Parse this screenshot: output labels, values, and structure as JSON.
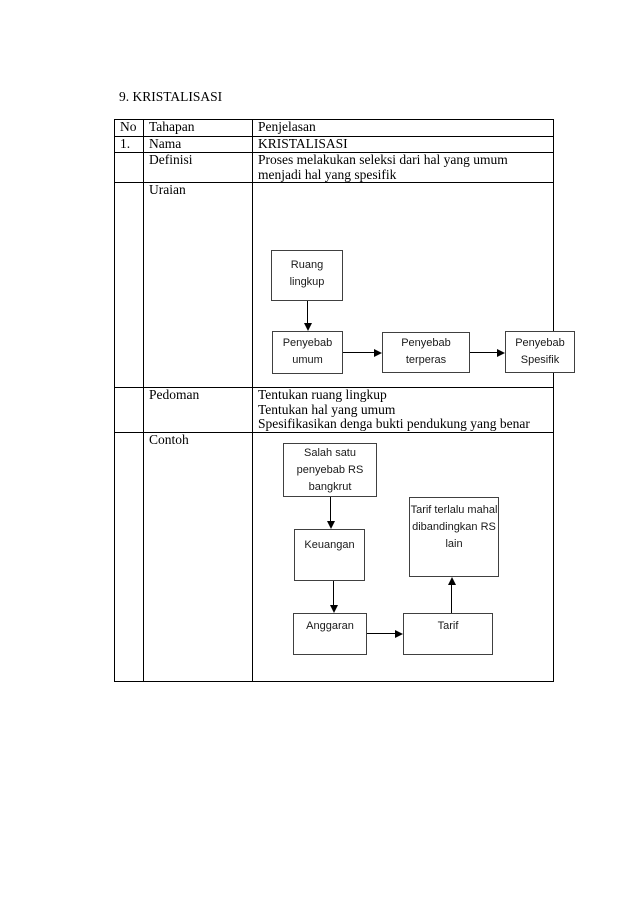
{
  "page": {
    "title": "9. KRISTALISASI"
  },
  "table": {
    "columns": [
      "No",
      "Tahapan",
      "Penjelasan"
    ],
    "rows": [
      {
        "no": "1.",
        "tahapan": "Nama",
        "penjelasan": "KRISTALISASI"
      },
      {
        "no": "",
        "tahapan": "Definisi",
        "penjelasan": "Proses melakukan seleksi dari hal yang umum menjadi hal yang spesifik"
      },
      {
        "no": "",
        "tahapan": "Uraian",
        "penjelasan": ""
      },
      {
        "no": "",
        "tahapan": "Pedoman",
        "lines": [
          "Tentukan ruang lingkup",
          "Tentukan hal yang umum",
          "Spesifikasikan denga bukti pendukung yang benar"
        ]
      },
      {
        "no": "",
        "tahapan": "Contoh",
        "penjelasan": ""
      }
    ]
  },
  "uraian_flowchart": {
    "nodes": [
      {
        "id": "ruang-lingkup",
        "label": "Ruang lingkup"
      },
      {
        "id": "penyebab-umum",
        "label": "Penyebab umum"
      },
      {
        "id": "penyebab-terperas",
        "label": "Penyebab terperas"
      },
      {
        "id": "penyebab-spesifik",
        "label": "Penyebab Spesifik"
      }
    ],
    "edges": [
      {
        "from": "ruang-lingkup",
        "to": "penyebab-umum",
        "direction": "down"
      },
      {
        "from": "penyebab-umum",
        "to": "penyebab-terperas",
        "direction": "right"
      },
      {
        "from": "penyebab-terperas",
        "to": "penyebab-spesifik",
        "direction": "right"
      }
    ]
  },
  "contoh_flowchart": {
    "nodes": [
      {
        "id": "salah-satu",
        "label": "Salah satu penyebab RS bangkrut"
      },
      {
        "id": "keuangan",
        "label": "Keuangan"
      },
      {
        "id": "tarif-terlalu",
        "label": "Tarif terlalu mahal dibandingkan RS lain"
      },
      {
        "id": "anggaran",
        "label": "Anggaran"
      },
      {
        "id": "tarif",
        "label": "Tarif"
      }
    ],
    "edges": [
      {
        "from": "salah-satu",
        "to": "keuangan",
        "direction": "down"
      },
      {
        "from": "keuangan",
        "to": "anggaran",
        "direction": "down"
      },
      {
        "from": "anggaran",
        "to": "tarif",
        "direction": "right"
      },
      {
        "from": "tarif",
        "to": "tarif-terlalu",
        "direction": "up"
      }
    ]
  },
  "colors": {
    "page_background": "#ffffff",
    "table_border": "#000000",
    "box_border": "#404040",
    "arrow": "#000000",
    "text": "#000000"
  }
}
